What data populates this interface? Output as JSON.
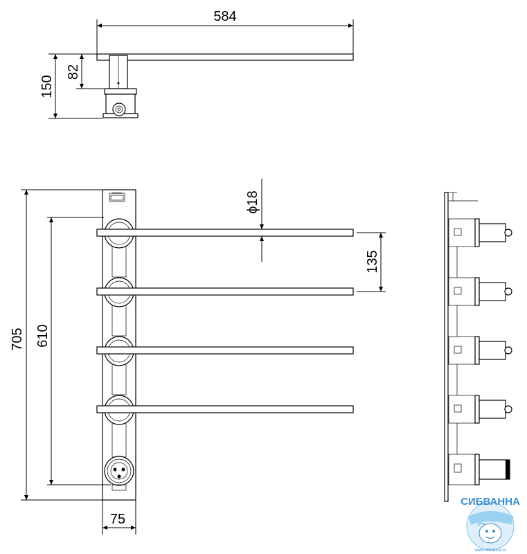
{
  "dimensions": {
    "top_width": "584",
    "top_height_total": "150",
    "top_height_bar": "82",
    "diameter": "ϕ18",
    "spacing": "135",
    "total_height": "705",
    "bar_span_height": "610",
    "base_width": "75"
  },
  "logo": {
    "name": "СИБВАННА",
    "url": "www.sibvanna.ru"
  },
  "colors": {
    "line": "#000000",
    "logo": "#3a8fd0"
  }
}
